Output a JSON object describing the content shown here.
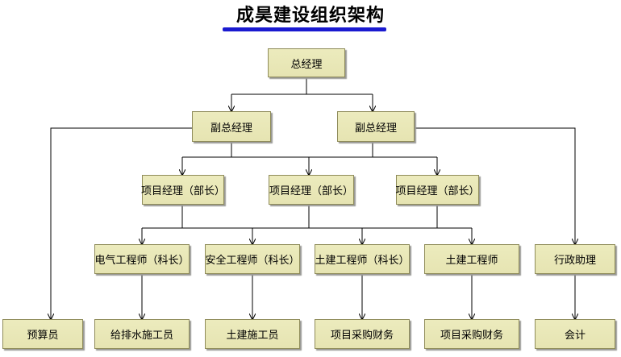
{
  "title": "成昊建设组织架构",
  "nodes": {
    "general_manager": "总经理",
    "deputy_manager_left": "副总经理",
    "deputy_manager_right": "副总经理",
    "project_manager_1": "项目经理（部长）",
    "project_manager_2": "项目经理（部长）",
    "project_manager_3": "项目经理（部长）",
    "electrical_engineer": "电气工程师（科长）",
    "safety_engineer": "安全工程师（科长）",
    "civil_engineer_chief": "土建工程师（科长）",
    "civil_engineer": "土建工程师",
    "admin_assistant": "行政助理",
    "budget_officer": "预算员",
    "plumbing_worker": "给排水施工员",
    "civil_worker": "土建施工员",
    "procurement_finance_1": "项目采购财务",
    "procurement_finance_2": "项目采购财务",
    "accountant": "会计"
  }
}
